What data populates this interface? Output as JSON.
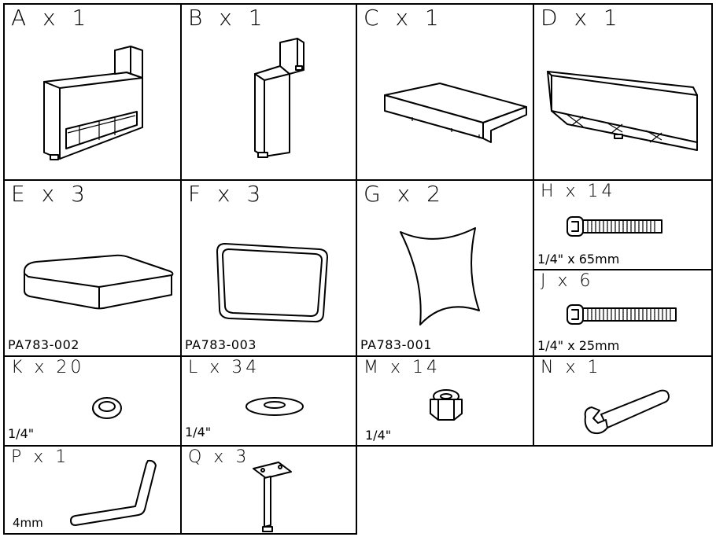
{
  "parts": {
    "A": {
      "label": "A x 1"
    },
    "B": {
      "label": "B x 1"
    },
    "C": {
      "label": "C x 1"
    },
    "D": {
      "label": "D x 1"
    },
    "E": {
      "label": "E x 3",
      "code": "PA783-002"
    },
    "F": {
      "label": "F x 3",
      "code": "PA783-003"
    },
    "G": {
      "label": "G x 2",
      "code": "PA783-001"
    },
    "H": {
      "label": "H x 14",
      "size": "1/4\" x 65mm"
    },
    "J": {
      "label": "J x 6",
      "size": "1/4\" x 25mm"
    },
    "K": {
      "label": "K x 20",
      "size": "1/4\""
    },
    "L": {
      "label": "L x 34",
      "size": "1/4\""
    },
    "M": {
      "label": "M x 14",
      "size": "1/4\""
    },
    "N": {
      "label": "N x 1"
    },
    "P": {
      "label": "P x 1",
      "size": "4mm"
    },
    "Q": {
      "label": "Q x 3"
    }
  }
}
